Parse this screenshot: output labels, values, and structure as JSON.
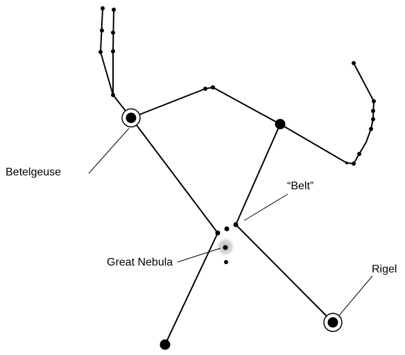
{
  "labels": {
    "betelgeuse": "Betelgeuse",
    "belt": "“Belt”",
    "great_nebula": "Great Nebula",
    "rigel": "Rigel"
  },
  "colors": {
    "ink": "#000000",
    "background": "#ffffff",
    "nebula_glow": "#cccccc"
  }
}
